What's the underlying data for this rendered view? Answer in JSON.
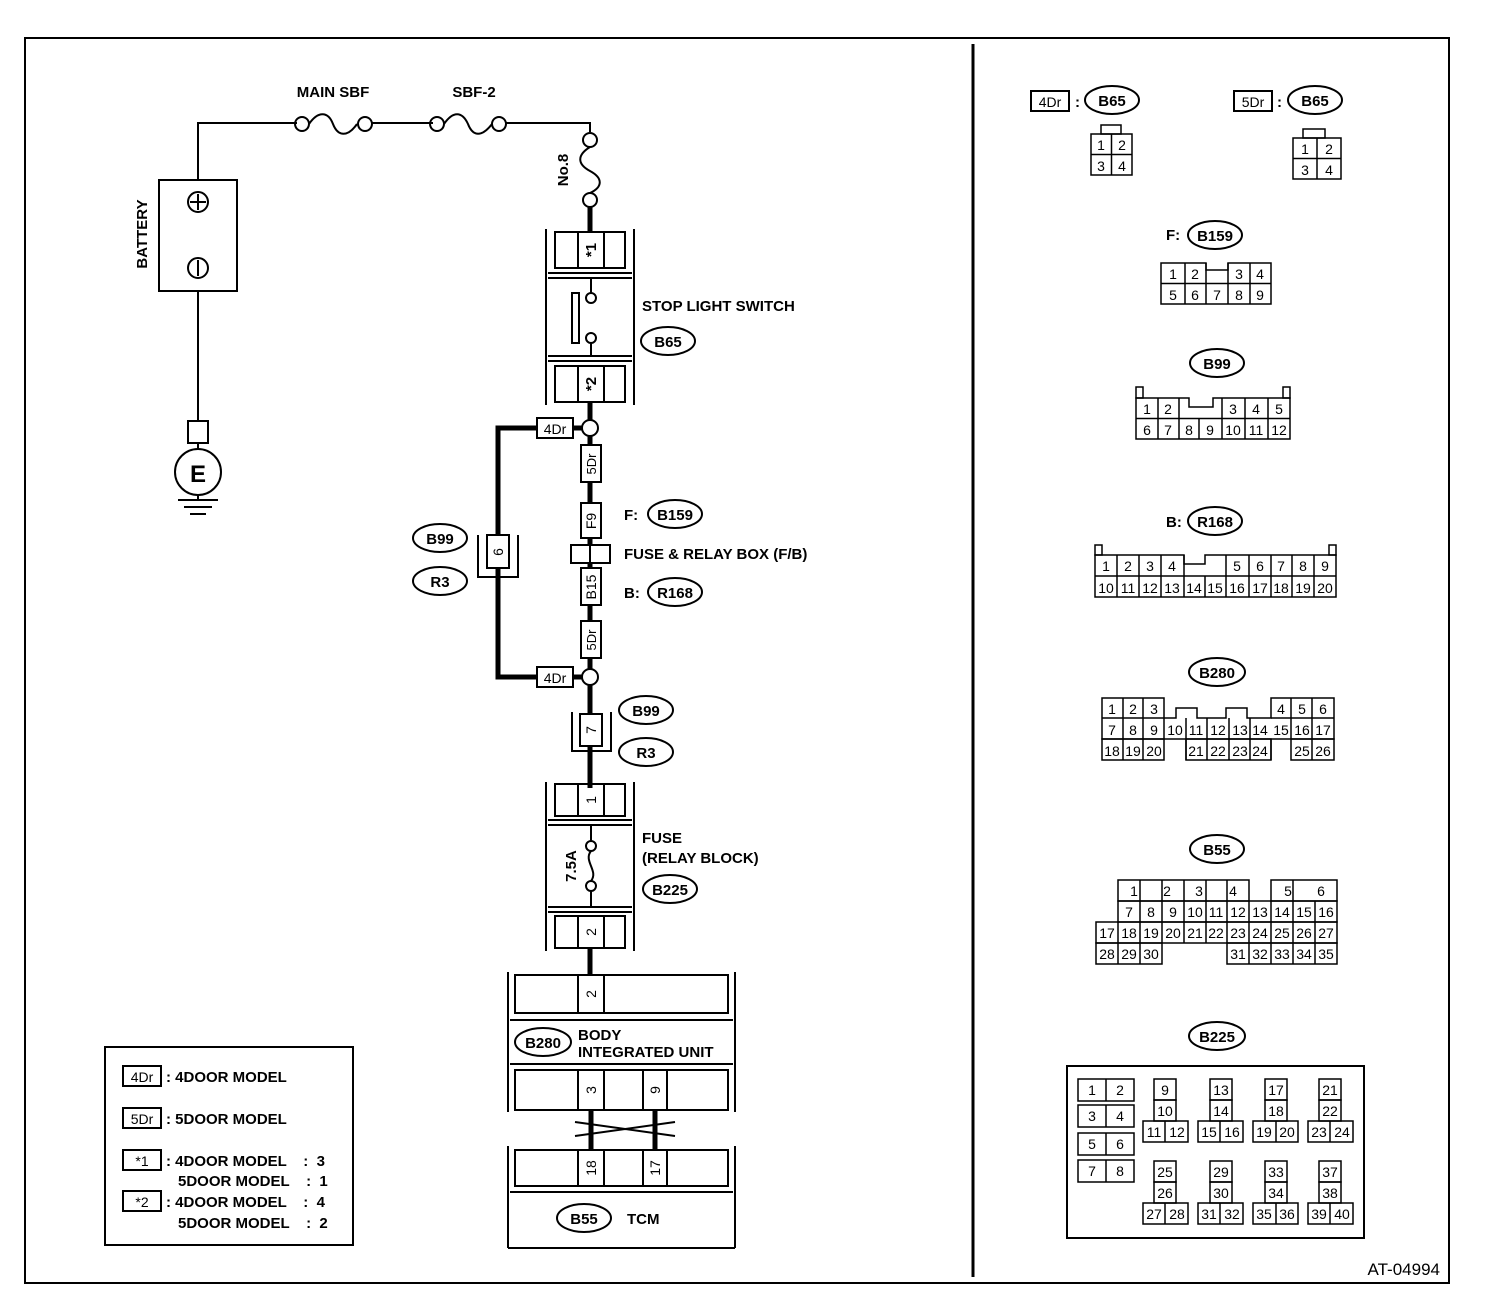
{
  "drawing_id": "AT-04994",
  "labels": {
    "main_sbf": "MAIN SBF",
    "sbf2": "SBF-2",
    "no8": "No.8",
    "battery": "BATTERY",
    "ground": "E",
    "stop_light_switch": "STOP LIGHT SWITCH",
    "fuse_relay_box": "FUSE & RELAY BOX (F/B)",
    "fuse": "FUSE",
    "relay_block": "(RELAY BLOCK)",
    "fuse_rating": "7.5A",
    "body_unit_1": "BODY",
    "body_unit_2": "INTEGRATED UNIT",
    "tcm": "TCM",
    "f_prefix": "F:",
    "b_prefix": "B:"
  },
  "tags": {
    "d4": "4Dr",
    "d5": "5Dr",
    "s1": "*1",
    "s2": "*2"
  },
  "connectors": {
    "b65": "B65",
    "b159": "B159",
    "r168": "R168",
    "b99": "B99",
    "r3": "R3",
    "b225": "B225",
    "b280": "B280",
    "b55": "B55"
  },
  "pins": {
    "f9": "F9",
    "b15": "B15",
    "p6": "6",
    "p7": "7",
    "p1": "1",
    "p2": "2",
    "p3": "3",
    "p9": "9",
    "p18": "18",
    "p17": "17"
  },
  "legend": {
    "d4_text": ": 4DOOR MODEL",
    "d5_text": ": 5DOOR MODEL",
    "s1_line1": ": 4DOOR MODEL    :  3",
    "s1_line2": "5DOOR MODEL    :  1",
    "s2_line1": ": 4DOOR MODEL    :  4",
    "s2_line2": "5DOOR MODEL    :  2"
  }
}
